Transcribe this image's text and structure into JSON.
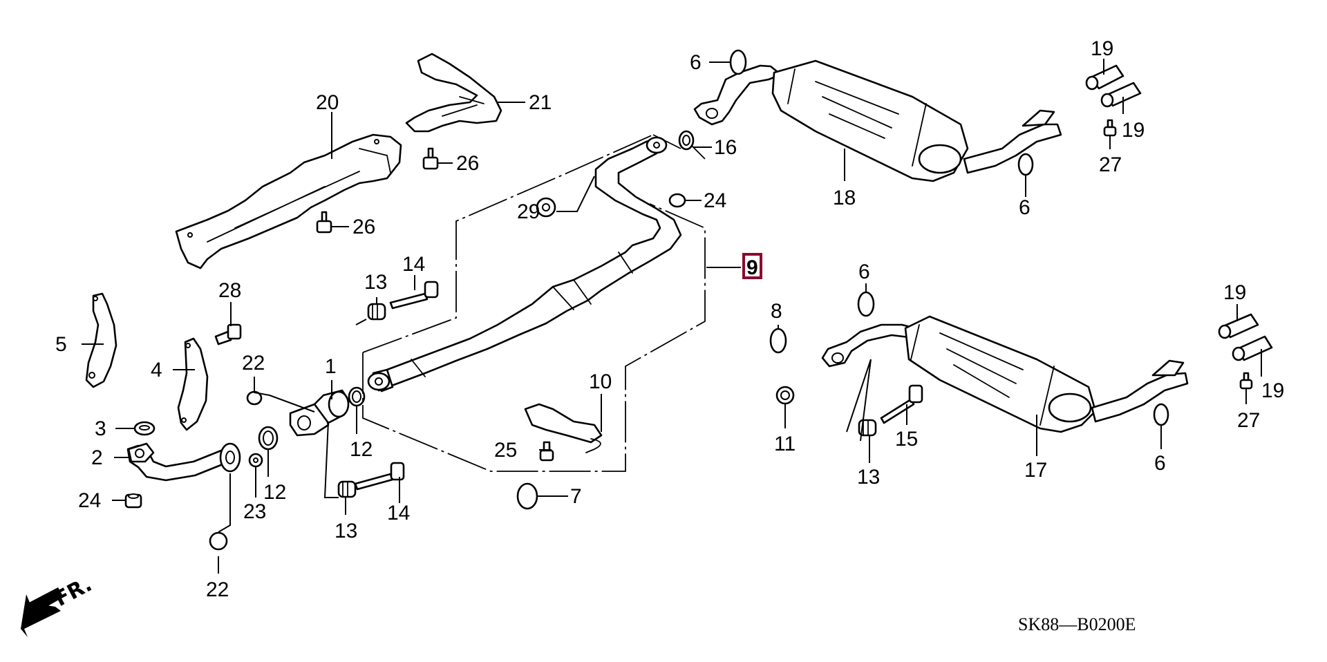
{
  "diagram": {
    "title": "Exhaust System Parts Diagram",
    "diagram_code": "SK88—B0200E",
    "direction_marker": "FR.",
    "highlight_color": "#8b0a2e",
    "highlighted_assembly": "9",
    "callouts": {
      "c1": "1",
      "c2": "2",
      "c3": "3",
      "c4": "4",
      "c5": "5",
      "c6a": "6",
      "c6b": "6",
      "c6c": "6",
      "c6d": "6",
      "c7": "7",
      "c8": "8",
      "c9": "9",
      "c10": "10",
      "c11": "11",
      "c12a": "12",
      "c12b": "12",
      "c13a": "13",
      "c13b": "13",
      "c13c": "13",
      "c14a": "14",
      "c14b": "14",
      "c15": "15",
      "c16": "16",
      "c17": "17",
      "c18": "18",
      "c19a": "19",
      "c19b": "19",
      "c19c": "19",
      "c19d": "19",
      "c20": "20",
      "c21": "21",
      "c22a": "22",
      "c22b": "22",
      "c23": "23",
      "c24a": "24",
      "c24b": "24",
      "c25": "25",
      "c26a": "26",
      "c26b": "26",
      "c27a": "27",
      "c27b": "27",
      "c28": "28",
      "c29": "29"
    }
  }
}
